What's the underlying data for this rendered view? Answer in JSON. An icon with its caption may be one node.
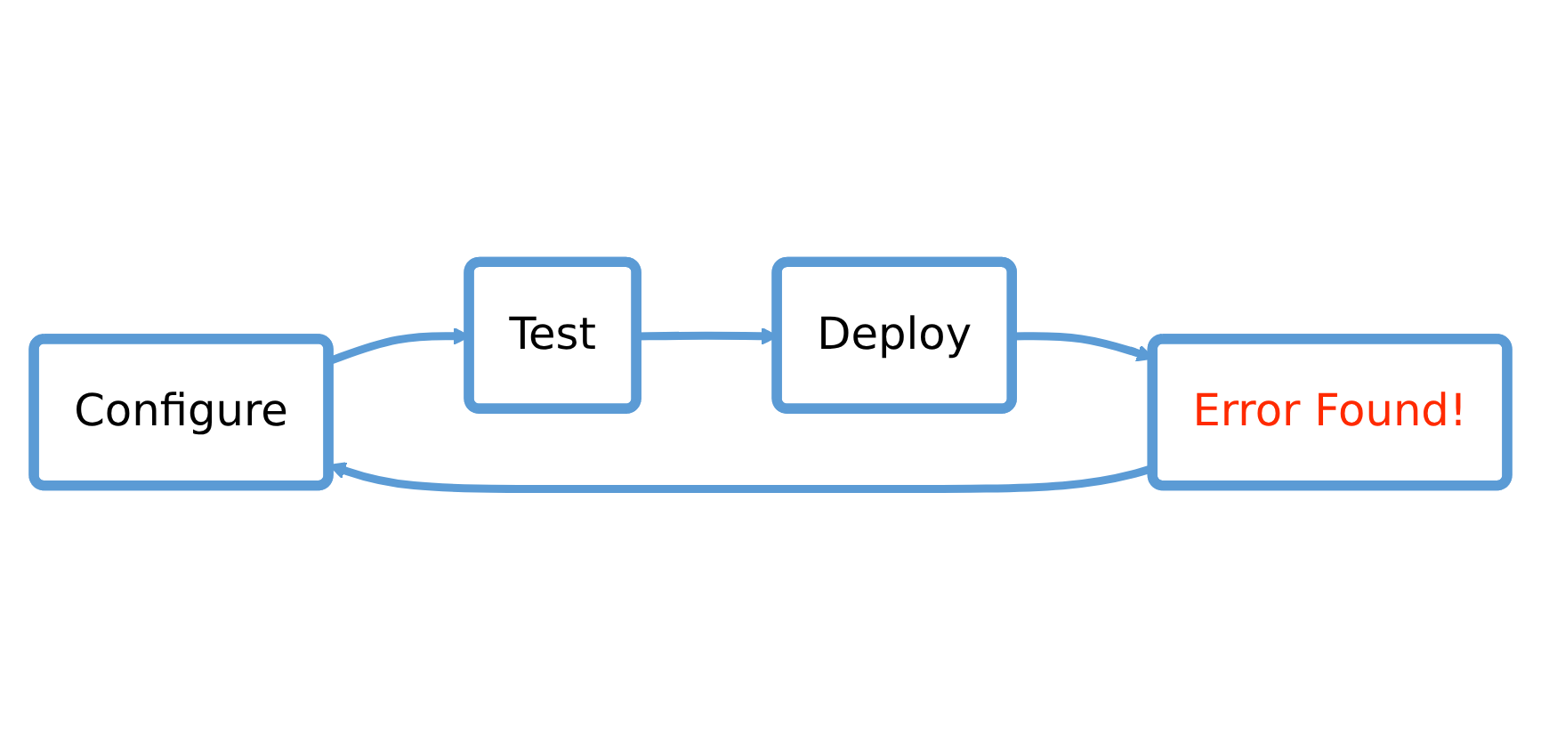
{
  "diagram": {
    "nodes": [
      {
        "text": [
          "Configure"
        ]
      },
      {
        "text": [
          "Test"
        ]
      },
      {
        "text": [
          "Deploy"
        ]
      },
      {
        "text": [
          "Error Found!"
        ]
      }
    ],
    "edges": [
      {
        "from": 0,
        "to": 1,
        "arrow": "to"
      },
      {
        "from": 1,
        "to": 2,
        "arrow": "to"
      },
      {
        "from": 2,
        "to": 3,
        "arrow": "to"
      },
      {
        "from": 3,
        "to": 0,
        "arrow": "to"
      }
    ]
  }
}
